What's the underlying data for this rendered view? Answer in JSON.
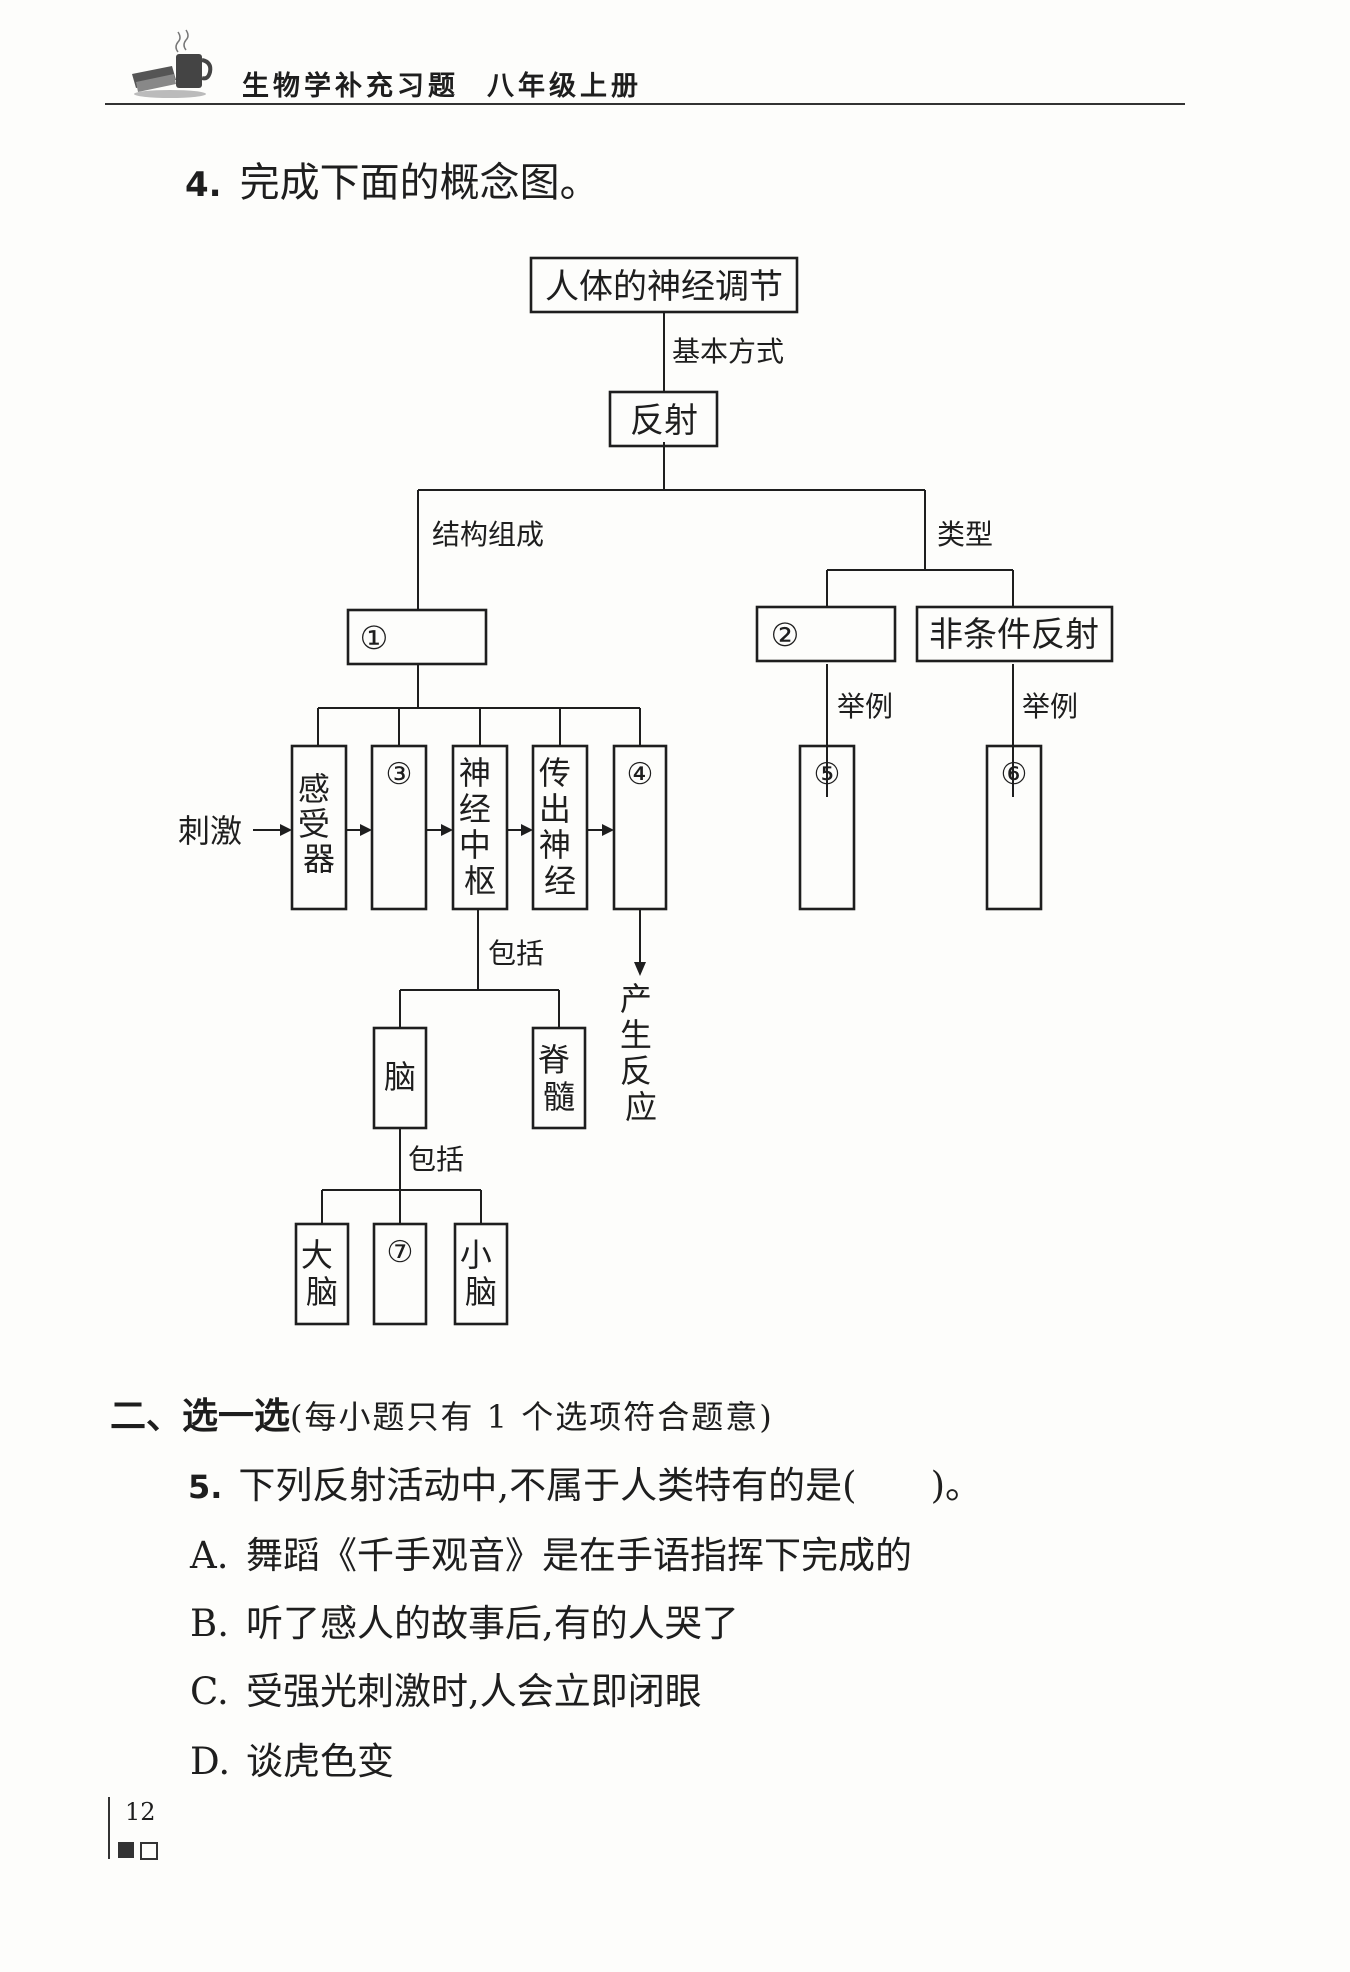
{
  "header": {
    "book_title": "生物学补充习题",
    "grade": "八年级上册",
    "icon": "books-and-mug-icon"
  },
  "question4": {
    "number": "4.",
    "prompt": "完成下面的概念图。"
  },
  "concept_map": {
    "root": "人体的神经调节",
    "link_basic": "基本方式",
    "reflex": "反射",
    "link_structure": "结构组成",
    "link_type": "类型",
    "blank1": "①",
    "blank2": "②",
    "unconditioned": "非条件反射",
    "link_example_left": "举例",
    "link_example_right": "举例",
    "blank5": "⑤",
    "blank6": "⑥",
    "stimulus": "刺激",
    "receptor": [
      "感",
      "受",
      "器"
    ],
    "blank3": "③",
    "center": [
      "神",
      "经",
      "中",
      "枢"
    ],
    "efferent": [
      "传",
      "出",
      "神",
      "经"
    ],
    "blank4": "④",
    "response": [
      "产",
      "生",
      "反",
      "应"
    ],
    "link_include_1": "包括",
    "brain": "脑",
    "spinal": [
      "脊",
      "髓"
    ],
    "link_include_2": "包括",
    "cerebrum": [
      "大",
      "脑"
    ],
    "blank7": "⑦",
    "cerebellum": [
      "小",
      "脑"
    ]
  },
  "section2": {
    "heading": "二、选一选",
    "note": "(每小题只有 1 个选项符合题意)"
  },
  "question5": {
    "number": "5.",
    "stem": "下列反射活动中,不属于人类特有的是(　　)。",
    "options": [
      {
        "letter": "A.",
        "text": "舞蹈《千手观音》是在手语指挥下完成的"
      },
      {
        "letter": "B.",
        "text": "听了感人的故事后,有的人哭了"
      },
      {
        "letter": "C.",
        "text": "受强光刺激时,人会立即闭眼"
      },
      {
        "letter": "D.",
        "text": "谈虎色变"
      }
    ]
  },
  "footer": {
    "page_number": "12"
  }
}
